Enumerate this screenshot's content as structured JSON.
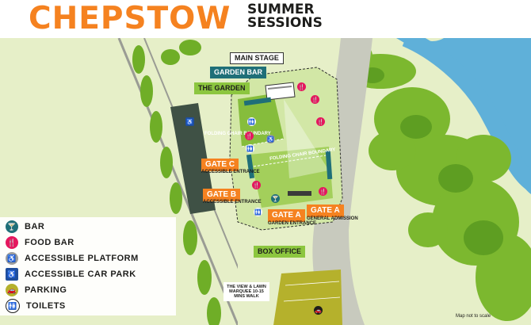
{
  "header": {
    "title": "CHEPSTOW",
    "subtitle": "SUMMER SESSIONS"
  },
  "labels": {
    "main_stage": "MAIN STAGE",
    "garden_bar": "GARDEN BAR",
    "the_garden": "THE GARDEN",
    "gate_c": "GATE C",
    "gate_c_sub": "ACCESSIBLE ENTRANCE",
    "gate_b": "GATE B",
    "gate_b_sub": "ACCESSIBLE ENTRANCE",
    "gate_a_garden": "GATE A",
    "gate_a_garden_sub": "GARDEN ENTRANCE",
    "gate_a_general": "GATE A",
    "gate_a_general_sub": "GENERAL ADMISSION",
    "box_office": "BOX OFFICE",
    "folding_chair_boundary_1": "FOLDING CHAIR BOUNDARY",
    "folding_chair_boundary_2": "FOLDING CHAIR BOUNDARY",
    "view_note": "THE VIEW & LAWN MARQUEE 10-15 MINS WALK"
  },
  "legend": [
    {
      "label": "BAR",
      "icon": "bar-icon",
      "color": "#1f6f78"
    },
    {
      "label": "FOOD BAR",
      "icon": "food-icon",
      "color": "#e5175e"
    },
    {
      "label": "ACCESSIBLE PLATFORM",
      "icon": "accessible-icon",
      "color": "#9d9d9c"
    },
    {
      "label": "ACCESSIBLE CAR PARK",
      "icon": "accessible-car-park-icon",
      "color": "#1f4e9c"
    },
    {
      "label": "PARKING",
      "icon": "parking-icon",
      "color": "#b5b12c"
    },
    {
      "label": "TOILETS",
      "icon": "toilets-icon",
      "color": "#ffffff"
    }
  ],
  "legend_symbols": [
    "🍸",
    "🍴",
    "♿",
    "♿",
    "🚗",
    "🚻"
  ],
  "scale_note": "Map not to scale"
}
